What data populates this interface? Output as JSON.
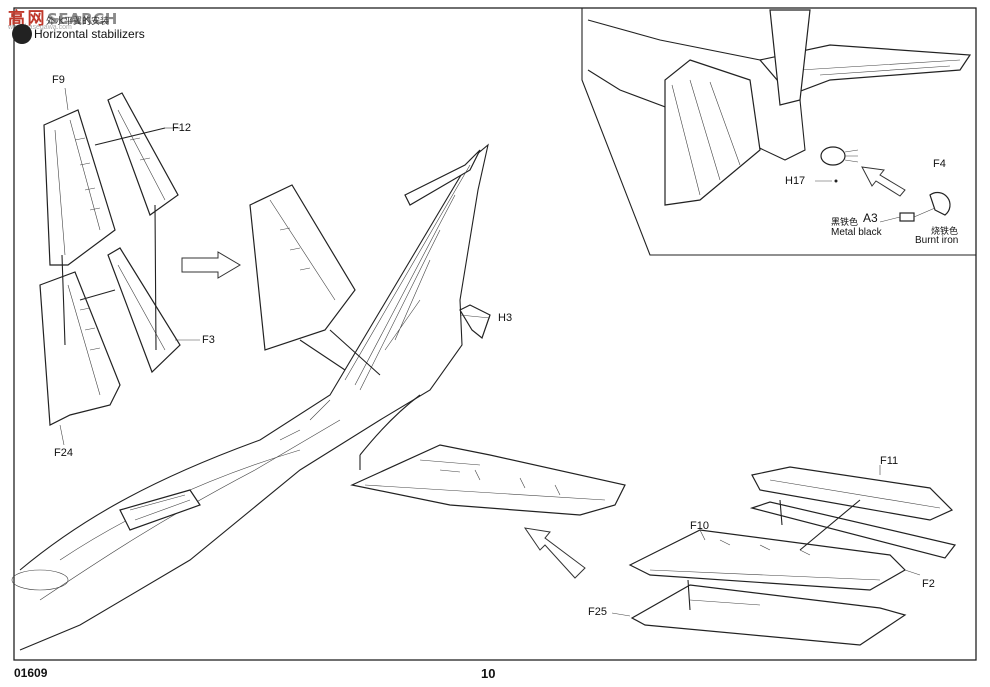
{
  "watermark": {
    "cn": "高",
    "cn2": "网",
    "text": "SEARCH",
    "url": "www.hasegawa.com"
  },
  "step": {
    "number": "",
    "title_cn": "外水平翼的安装",
    "title": "Horizontal stabilizers"
  },
  "labels": {
    "f9": "F9",
    "f12": "F12",
    "f3": "F3",
    "f24": "F24",
    "h3": "H3",
    "h17": "H17",
    "a3": "A3",
    "a3_cn": "黑铁色",
    "a3_en": "Metal black",
    "f4": "F4",
    "f4_cn": "烧铁色",
    "f4_en": "Burnt iron",
    "f11": "F11",
    "f10": "F10",
    "f2": "F2",
    "f25": "F25"
  },
  "footer": {
    "code": "01609",
    "page": "10"
  }
}
